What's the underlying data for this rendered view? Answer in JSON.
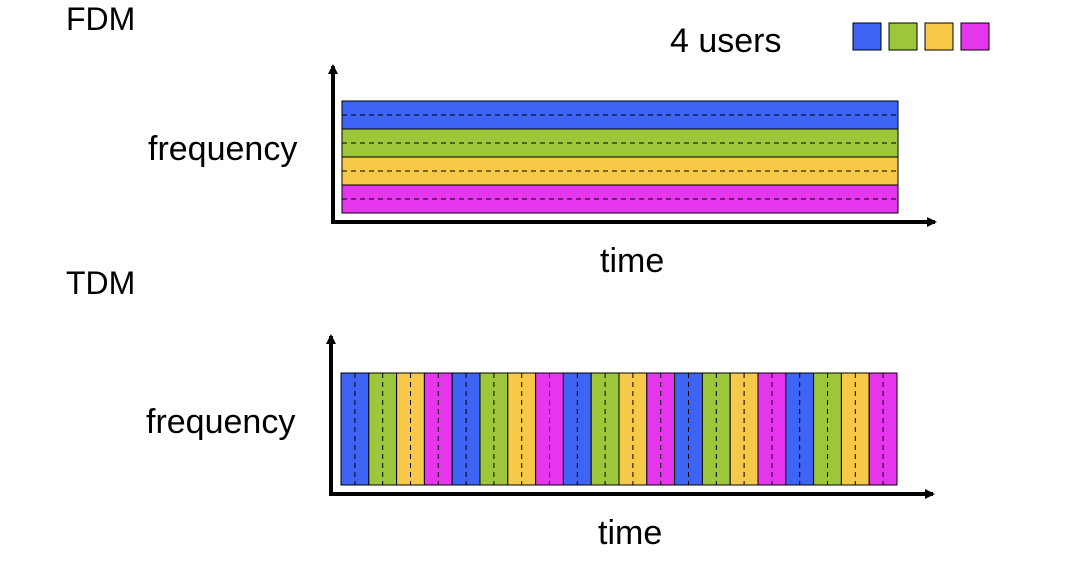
{
  "legend": {
    "label": "4 users",
    "users": [
      {
        "name": "user-1",
        "color": "#3d64f5"
      },
      {
        "name": "user-2",
        "color": "#9dc63b"
      },
      {
        "name": "user-3",
        "color": "#f7c948"
      },
      {
        "name": "user-4",
        "color": "#e536ee"
      }
    ]
  },
  "fdm": {
    "title": "FDM",
    "ylabel": "frequency",
    "xlabel": "time",
    "band_count": 4
  },
  "tdm": {
    "title": "TDM",
    "ylabel": "frequency",
    "xlabel": "time",
    "slot_count": 20
  }
}
